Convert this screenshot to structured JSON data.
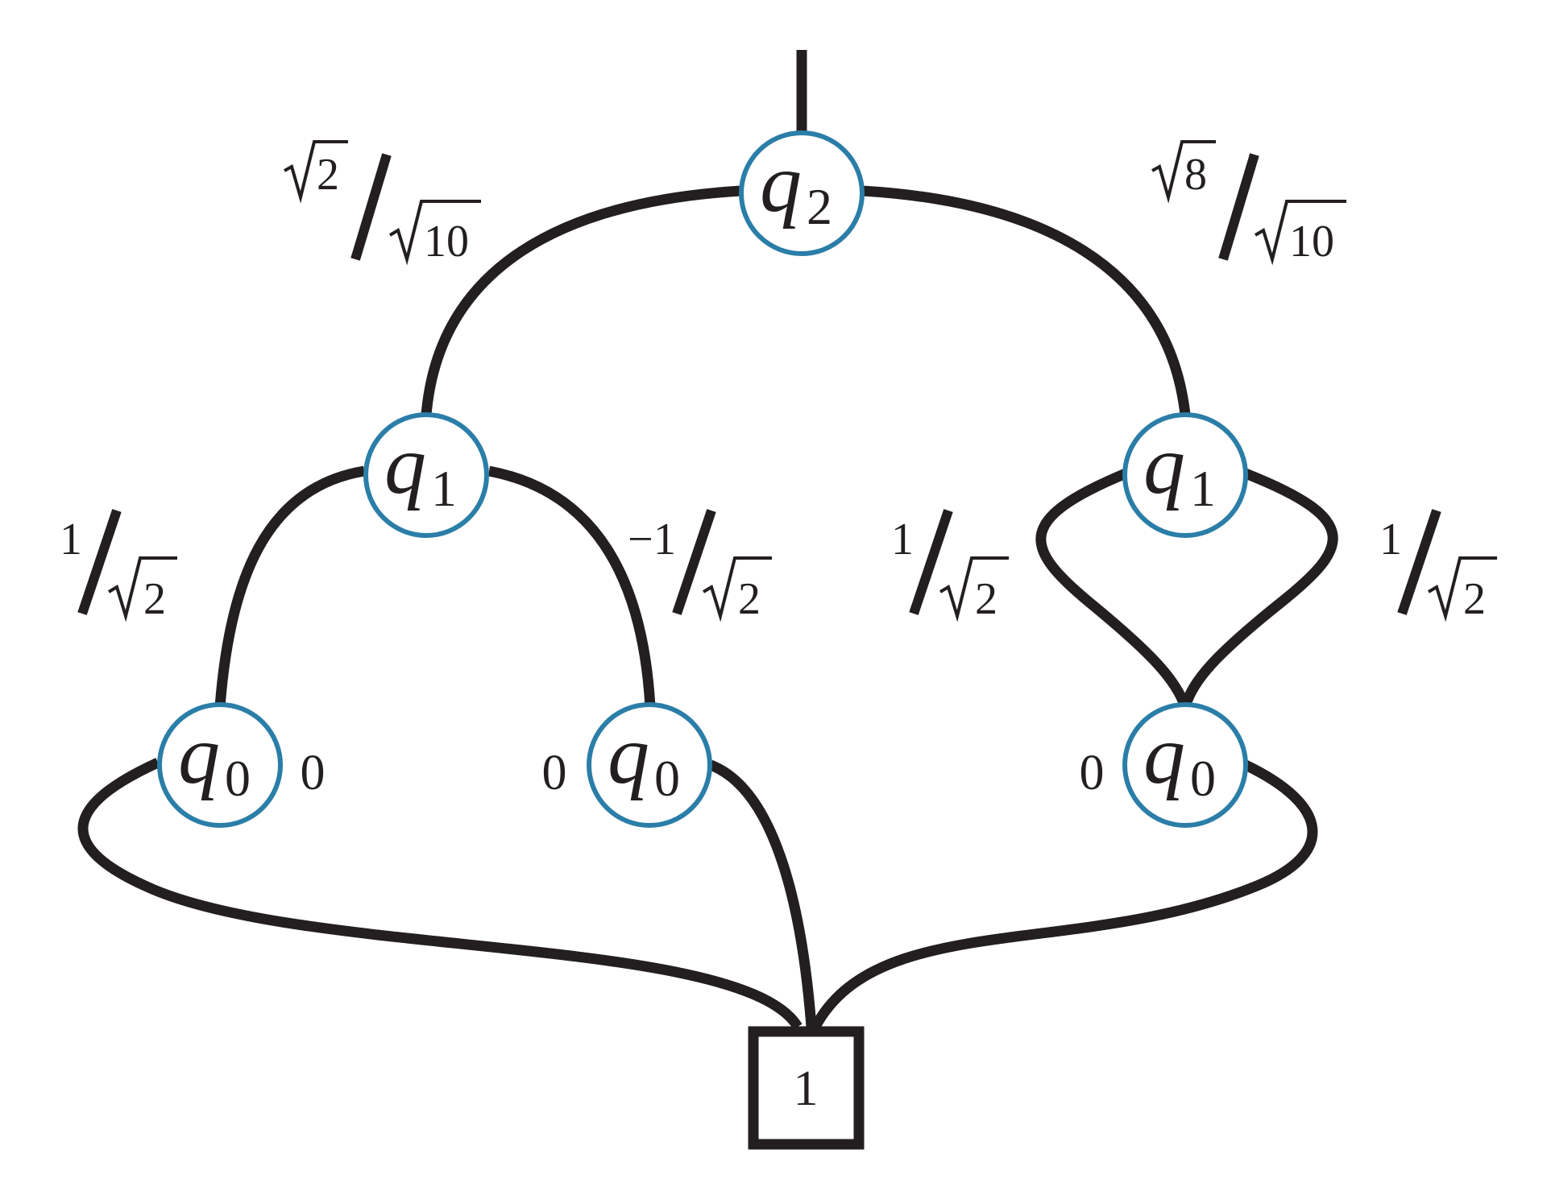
{
  "nodes": {
    "root": {
      "var": "q",
      "sub": "2"
    },
    "left_mid": {
      "var": "q",
      "sub": "1"
    },
    "right_mid": {
      "var": "q",
      "sub": "1"
    },
    "leaf_a": {
      "var": "q",
      "sub": "0"
    },
    "leaf_b": {
      "var": "q",
      "sub": "0"
    },
    "leaf_c": {
      "var": "q",
      "sub": "0"
    }
  },
  "terminal": {
    "value": "1"
  },
  "weights": {
    "root_low": {
      "num": "2",
      "den": "10",
      "num_prefix": ""
    },
    "root_high": {
      "num": "8",
      "den": "10",
      "num_prefix": ""
    },
    "leftmid_low": {
      "num": "1",
      "den": "2",
      "num_prefix": ""
    },
    "leftmid_high": {
      "num": "1",
      "den": "2",
      "num_prefix": "−"
    },
    "rightmid_low": {
      "num": "1",
      "den": "2",
      "num_prefix": ""
    },
    "rightmid_high": {
      "num": "1",
      "den": "2",
      "num_prefix": ""
    }
  },
  "zero_labels": {
    "leaf_a_high": "0",
    "leaf_b_low": "0",
    "leaf_c_low": "0"
  }
}
